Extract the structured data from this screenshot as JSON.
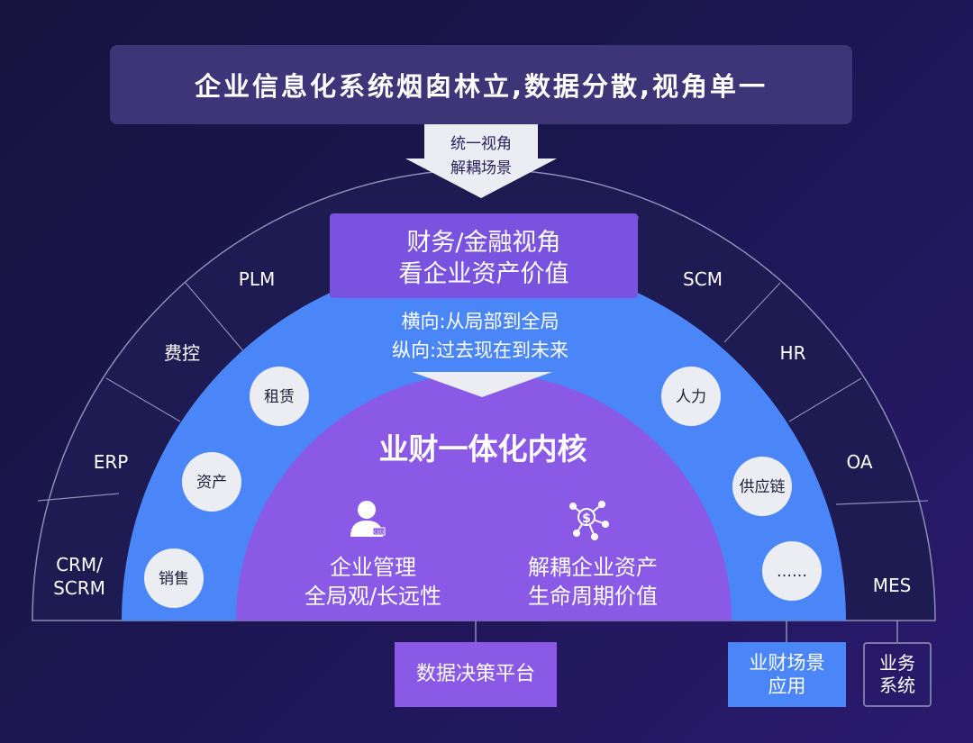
{
  "banner": {
    "text": "企业信息化系统烟囱林立,数据分散,视角单一"
  },
  "arrow_label": {
    "line1": "统一视角",
    "line2": "解耦场景"
  },
  "finance_box": {
    "line1": "财务/金融视角",
    "line2": "看企业资产价值"
  },
  "perspective": {
    "line1": "横向:从局部到全局",
    "line2": "纵向:过去现在到未来"
  },
  "core": {
    "title": "业财一体化内核",
    "left": {
      "icon": "ceo-person-icon",
      "badge": "CEO",
      "line1": "企业管理",
      "line2": "全局观/长远性"
    },
    "right": {
      "icon": "dollar-network-icon",
      "line1": "解耦企业资产",
      "line2": "生命周期价值"
    }
  },
  "outer_systems": [
    "CRM/\nSCRM",
    "ERP",
    "费控",
    "PLM",
    "SCM",
    "HR",
    "OA",
    "MES"
  ],
  "inner_scenes": [
    "销售",
    "资产",
    "租赁",
    "人力",
    "供应链",
    "……"
  ],
  "bottom": {
    "decision": "数据决策平台",
    "scene_line1": "业财场景",
    "scene_line2": "应用",
    "biz_line1": "业务",
    "biz_line2": "系统"
  },
  "colors": {
    "background": "#1b1650",
    "outer_ring": "#1e1a52",
    "middle_ring": "#4a86f7",
    "core": "#8a5ae6",
    "finance_box": "#7a52e0",
    "circle": "#ecedf3"
  }
}
